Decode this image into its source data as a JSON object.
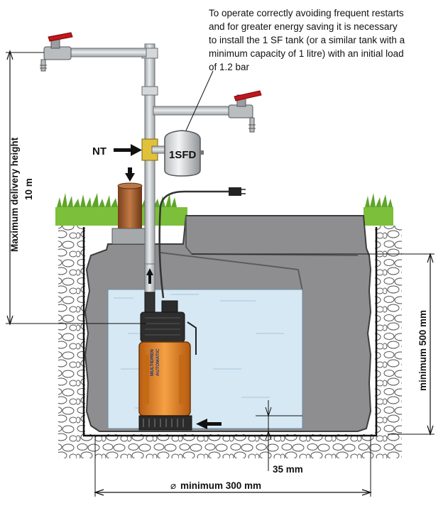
{
  "note": "To operate correctly avoiding frequent restarts\nand for greater energy saving it is necessary\nto install the 1 SF tank (or a similar tank with a\nminimum capacity of 1 litre) with an initial load\nof 1.2 bar",
  "labels": {
    "max_delivery_height": "Maximum delivery height",
    "height_value": "10 m",
    "nt": "NT",
    "tank": "1SFD",
    "min_depth": "minimum 500 mm",
    "gap": "35 mm",
    "min_diameter": "minimum 300 mm",
    "diameter_symbol": "⌀"
  },
  "pump_brand": [
    "MULTIDREN",
    "AUTOMATIC"
  ],
  "colors": {
    "water": "#d6e8f3",
    "tank_body": "#8e8e90",
    "pump_orange": "#e98a2a",
    "tap_red": "#c2171b",
    "grass": "#7cbf3a",
    "pipe": "#c9cdd0"
  }
}
